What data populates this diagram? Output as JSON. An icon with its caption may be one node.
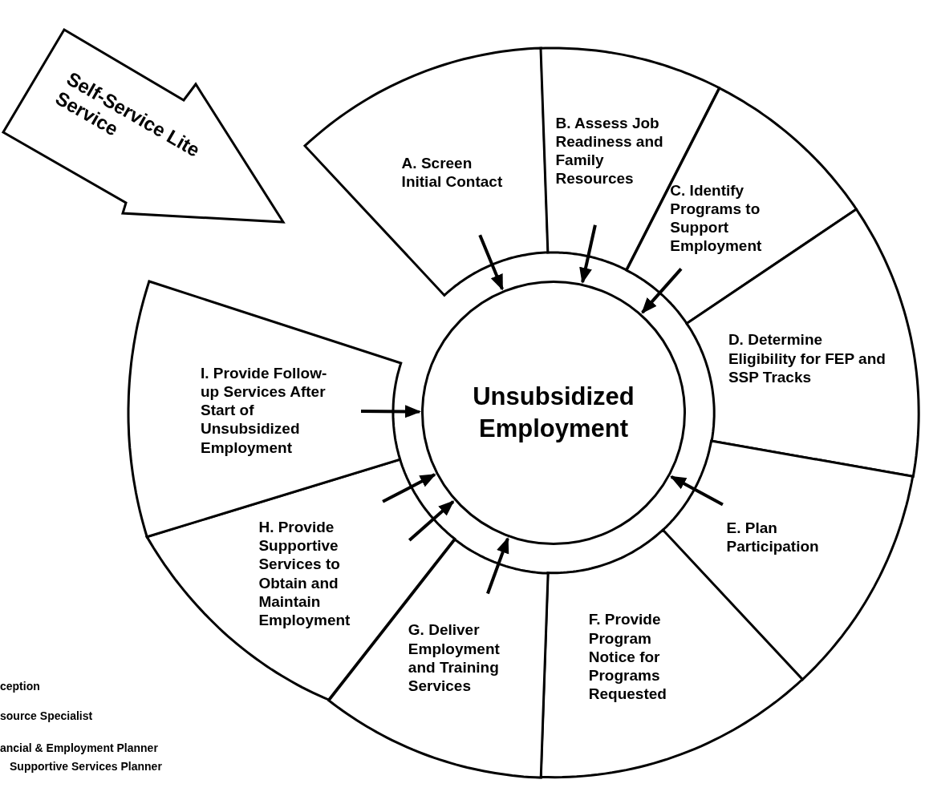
{
  "diagram": {
    "nodes": [
      {
        "text": [
          "Self-Service Lite Service"
        ]
      },
      {
        "text": [
          "A. Screen Initial Contact"
        ]
      },
      {
        "text": [
          "B. Assess Job Readiness and Family Resources"
        ]
      },
      {
        "text": [
          "C. Identify Programs to Support Employment"
        ]
      },
      {
        "text": [
          "D. Determine Eligibility for FEP and SSP Tracks"
        ]
      },
      {
        "text": [
          "E. Plan Participation"
        ]
      },
      {
        "text": [
          "F. Provide Program Notice for Programs Requested"
        ]
      },
      {
        "text": [
          "G. Deliver Employment and Training Services"
        ]
      },
      {
        "text": [
          "H. Provide Supportive Services to Obtain and Maintain Employment"
        ]
      },
      {
        "text": [
          "I. Provide Follow-up Services After Start of Unsubsidized Employment"
        ]
      },
      {
        "text": [
          "Unsubsidized Employment"
        ]
      }
    ],
    "edges": [
      {
        "from": 1,
        "to": 10,
        "arrow": "to"
      },
      {
        "from": 2,
        "to": 10,
        "arrow": "to"
      },
      {
        "from": 3,
        "to": 10,
        "arrow": "to"
      },
      {
        "from": 5,
        "to": 10,
        "arrow": "to"
      },
      {
        "from": 7,
        "to": 10,
        "arrow": "to"
      },
      {
        "from": 8,
        "to": 10,
        "arrow": "to"
      },
      {
        "from": 8,
        "to": 10,
        "arrow": "to"
      },
      {
        "from": 9,
        "to": 10,
        "arrow": "to"
      }
    ],
    "labels": [
      "ception",
      "source Specialist",
      "ancial & Employment Planner",
      "Supportive Services Planner"
    ]
  }
}
